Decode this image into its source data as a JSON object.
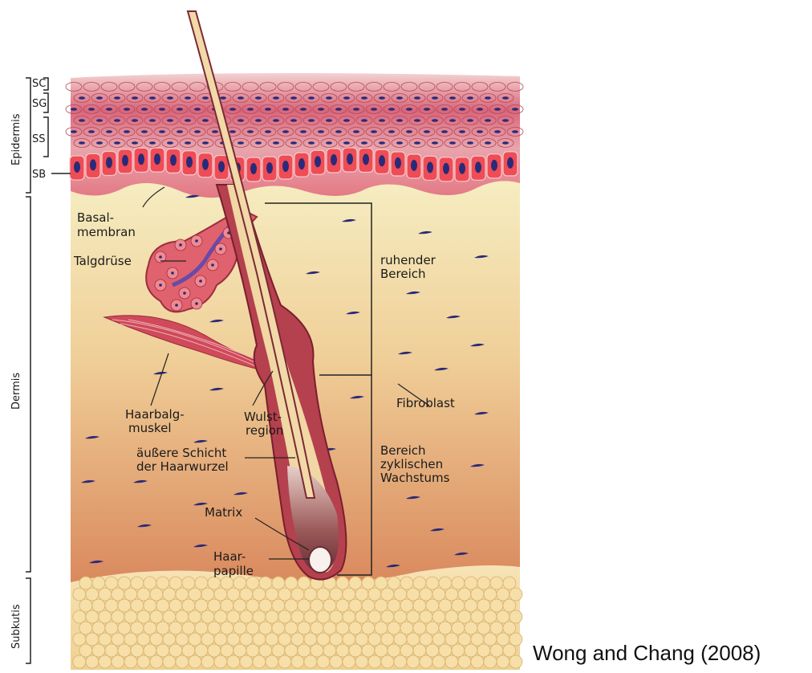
{
  "layers": {
    "sc": "SC",
    "sg": "SG",
    "ss": "SS",
    "sb": "SB",
    "epidermis": "Epidermis",
    "dermis": "Dermis",
    "subkutis": "Subkutis"
  },
  "labels": {
    "basal_1": "Basal-",
    "basal_2": "membran",
    "talgdruese": "Talgdrüse",
    "ruhender_1": "ruhender",
    "ruhender_2": "Bereich",
    "haarbalg_1": "Haarbalg-",
    "haarbalg_2": "muskel",
    "wulst_1": "Wulst-",
    "wulst_2": "region",
    "fibroblast": "Fibroblast",
    "aeussere_1": "äußere Schicht",
    "aeussere_2": "der Haarwurzel",
    "bereich_1": "Bereich",
    "bereich_2": "zyklischen",
    "bereich_3": "Wachstums",
    "matrix": "Matrix",
    "haar_1": "Haar-",
    "haar_2": "papille"
  },
  "credit": "Wong and Chang (2008)",
  "colors": {
    "epidermis_cell": "#e87a84",
    "basal_cell": "#ef4c55",
    "nucleus": "#2a2a78",
    "dermis_top": "#f5ecc0",
    "dermis_bottom": "#d8895c",
    "fat": "#f3d69a",
    "hair": "#f2d9a8",
    "follicle": "#b8404e"
  }
}
